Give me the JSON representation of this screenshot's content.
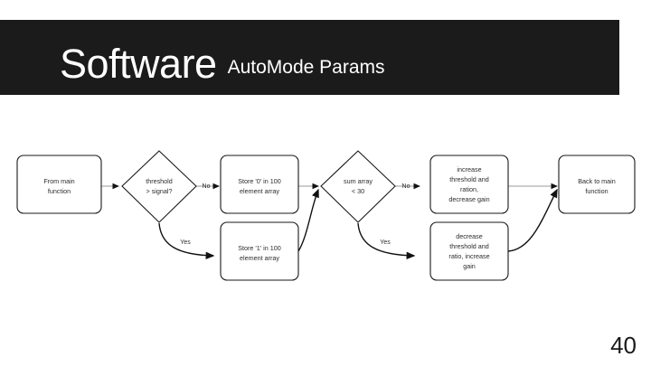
{
  "slide": {
    "title_main": "Software",
    "title_sub": "AutoMode Params",
    "page_number": "40",
    "banner_color": "#1b1b1b",
    "title_color": "#ffffff",
    "background_color": "#ffffff"
  },
  "flowchart": {
    "nodes": [
      {
        "id": "from-main",
        "shape": "rounded-rect",
        "lines": [
          "From main",
          "function"
        ]
      },
      {
        "id": "threshold-decision",
        "shape": "diamond",
        "lines": [
          "threshold",
          "> signal?"
        ]
      },
      {
        "id": "store-zero",
        "shape": "rounded-rect",
        "lines": [
          "Store '0' in 100",
          "element array"
        ]
      },
      {
        "id": "store-one",
        "shape": "rounded-rect",
        "lines": [
          "Store '1' in 100",
          "element array"
        ]
      },
      {
        "id": "sum-decision",
        "shape": "diamond",
        "lines": [
          "sum array",
          "< 30"
        ]
      },
      {
        "id": "increase-threshold",
        "shape": "rounded-rect",
        "lines": [
          "increase",
          "threshold and",
          "ration,",
          "decrease gain"
        ]
      },
      {
        "id": "decrease-threshold",
        "shape": "rounded-rect",
        "lines": [
          "decrease",
          "threshold and",
          "ratio, increase",
          "gain"
        ]
      },
      {
        "id": "back-to-main",
        "shape": "rounded-rect",
        "lines": [
          "Back to main",
          "function"
        ]
      }
    ],
    "edge_labels": {
      "threshold_no": "No",
      "threshold_yes": "Yes",
      "sum_no": "No",
      "sum_yes": "Yes"
    }
  }
}
